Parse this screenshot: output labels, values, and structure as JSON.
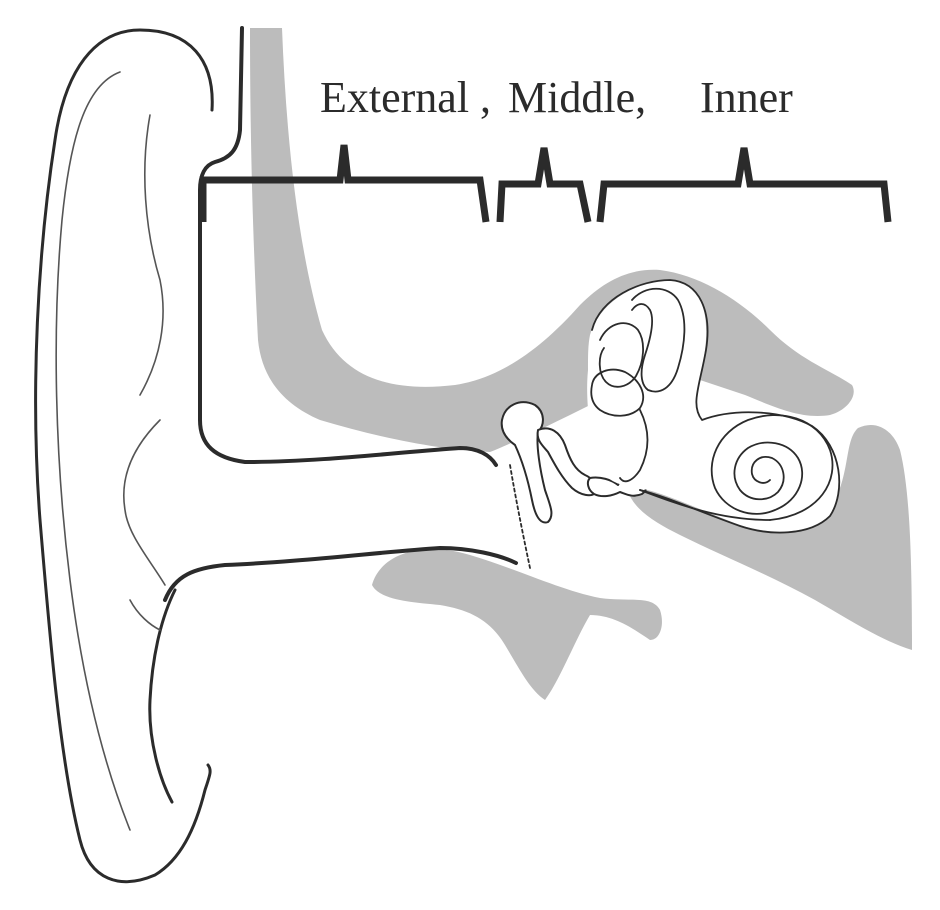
{
  "labels": {
    "external": "External ,",
    "middle": "Middle,",
    "inner": "Inner"
  }
}
